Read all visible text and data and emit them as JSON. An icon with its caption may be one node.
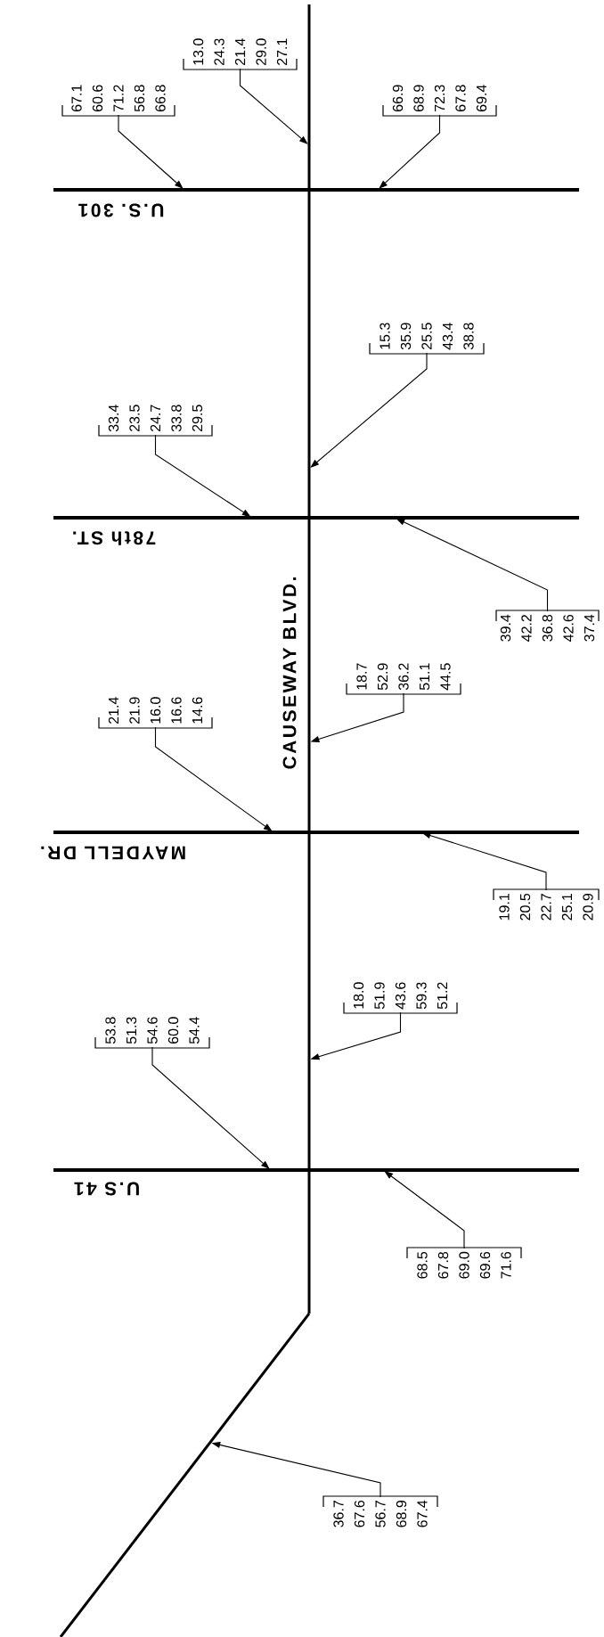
{
  "diagram": {
    "nodes": [
      {
        "text": [
          "67.1 60.6 71.2 56.8 66.8"
        ]
      },
      {
        "text": [
          "13.0 24.3 21.4 29.0 27.1"
        ]
      },
      {
        "text": [
          "66.9 68.9 72.3 67.8 69.4"
        ]
      },
      {
        "text": [
          "33.4 23.5 24.7 33.8 29.5"
        ]
      },
      {
        "text": [
          "15.3 35.9 25.5 43.4 38.8"
        ]
      },
      {
        "text": [
          "39.4 42.2 36.8 42.6 37.4"
        ]
      },
      {
        "text": [
          "21.4 21.9 16.0 16.6 14.6"
        ]
      },
      {
        "text": [
          "18.7 52.9 36.2 51.1 44.5"
        ]
      },
      {
        "text": [
          "19.1 20.5 22.7 25.1 20.9"
        ]
      },
      {
        "text": [
          "53.8 51.3 54.6 60.0 54.4"
        ]
      },
      {
        "text": [
          "18.0 51.9 43.6 59.3 51.2"
        ]
      },
      {
        "text": [
          "68.5 67.8 69.0 69.6 71.6"
        ]
      },
      {
        "text": [
          "36.7 67.6 56.7 68.9 67.4"
        ]
      },
      {
        "text": [
          "CAUSEWAY BLVD."
        ]
      },
      {
        "text": [
          "U.S. 301"
        ]
      },
      {
        "text": [
          "78th ST."
        ]
      },
      {
        "text": [
          "MAYDELL DR."
        ]
      },
      {
        "text": [
          "U.S 41"
        ]
      },
      {
        "text": [],
        "shape": "bar"
      }
    ],
    "edges": [
      {
        "from": 0,
        "to": 14,
        "arrow": "to"
      },
      {
        "from": 1,
        "to": 13,
        "arrow": "to"
      },
      {
        "from": 2,
        "to": 14,
        "arrow": "to"
      },
      {
        "from": 3,
        "to": 15,
        "arrow": "to"
      },
      {
        "from": 4,
        "to": 13,
        "arrow": "to"
      },
      {
        "from": 5,
        "to": 15,
        "arrow": "to"
      },
      {
        "from": 6,
        "to": 16,
        "arrow": "to"
      },
      {
        "from": 7,
        "to": 13,
        "arrow": "to"
      },
      {
        "from": 8,
        "to": 16,
        "arrow": "to"
      },
      {
        "from": 9,
        "to": 17,
        "arrow": "to"
      },
      {
        "from": 10,
        "to": 13,
        "arrow": "to"
      },
      {
        "from": 11,
        "to": 17,
        "arrow": "to"
      },
      {
        "from": 12,
        "to": 18,
        "arrow": "to"
      }
    ]
  }
}
